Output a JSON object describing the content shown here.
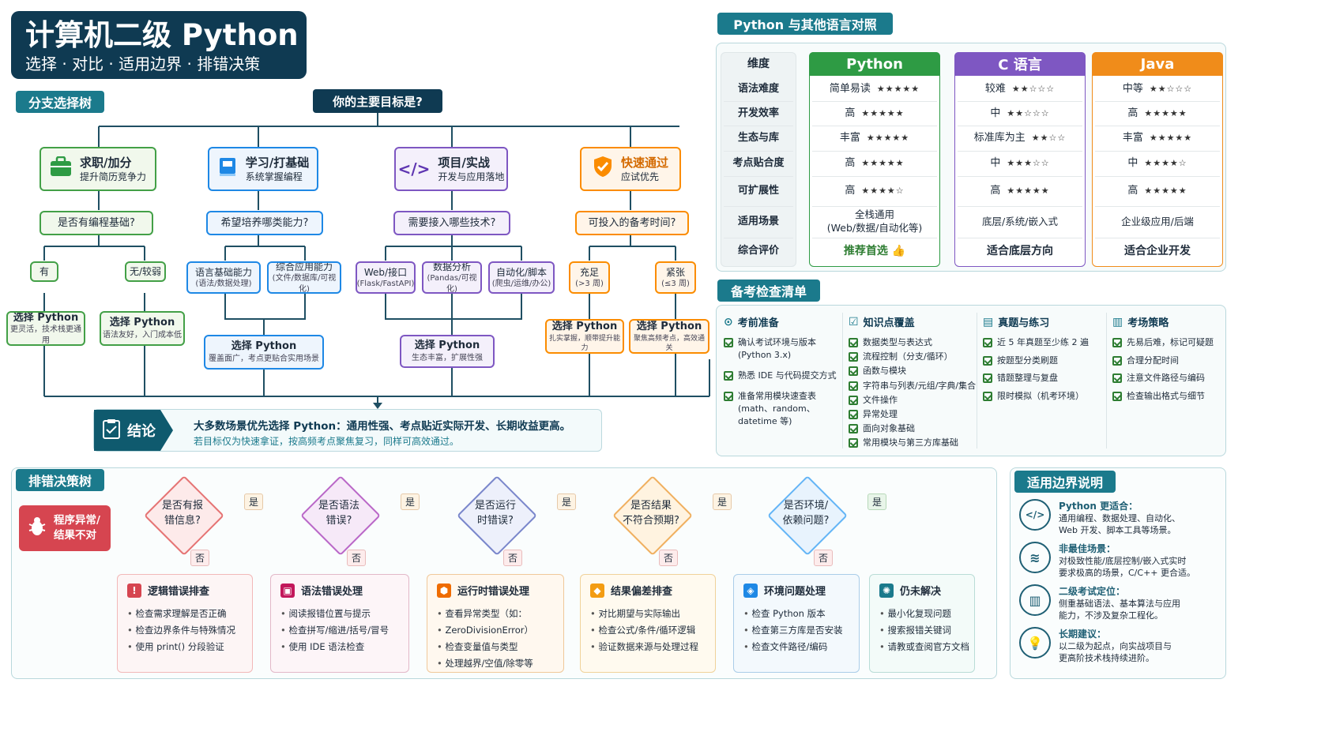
{
  "header": {
    "title": "计算机二级 Python",
    "subtitle": "选择 · 对比 · 适用边界 · 排错决策"
  },
  "tree": {
    "section": "分支选择树",
    "root": "你的主要目标是?",
    "branches": [
      {
        "title": "求职/加分",
        "sub": "提升简历竞争力",
        "question": "是否有编程基础?",
        "options": [
          {
            "label": "有",
            "result": "选择 Python",
            "desc": "更灵活，技术栈更通用"
          },
          {
            "label": "无/较弱",
            "result": "选择 Python",
            "desc": "语法友好，入门成本低"
          }
        ]
      },
      {
        "title": "学习/打基础",
        "sub": "系统掌握编程",
        "question": "希望培养哪类能力?",
        "options": [
          {
            "label": "语言基础能力",
            "desc": "(语法/数据处理)"
          },
          {
            "label": "综合应用能力",
            "desc": "(文件/数据库/可视化)"
          }
        ],
        "result": "选择 Python",
        "result_desc": "覆盖面广，考点更贴合实用场景"
      },
      {
        "title": "项目/实战",
        "sub": "开发与应用落地",
        "question": "需要接入哪些技术?",
        "options": [
          {
            "label": "Web/接口",
            "desc": "(Flask/FastAPI)"
          },
          {
            "label": "数据分析",
            "desc": "(Pandas/可视化)"
          },
          {
            "label": "自动化/脚本",
            "desc": "(爬虫/运维/办公)"
          }
        ],
        "result": "选择 Python",
        "result_desc": "生态丰富，扩展性强"
      },
      {
        "title": "快速通过",
        "sub": "应试优先",
        "question": "可投入的备考时间?",
        "options": [
          {
            "label": "充足",
            "sub": "(>3 周)",
            "result": "选择 Python",
            "desc": "扎实掌握，顺带提升能力"
          },
          {
            "label": "紧张",
            "sub": "(≤3 周)",
            "result": "选择 Python",
            "desc": "聚焦高频考点，高效通关"
          }
        ]
      }
    ],
    "conclusion": {
      "label": "结论",
      "main": "大多数场景优先选择 Python：通用性强、考点贴近实际开发、长期收益更高。",
      "sub": "若目标仅为快速拿证，按高频考点聚焦复习，同样可高效通过。"
    }
  },
  "compare": {
    "section": "Python 与其他语言对照",
    "dim_header": "维度",
    "dimensions": [
      "语法难度",
      "开发效率",
      "生态与库",
      "考点贴合度",
      "可扩展性",
      "适用场景",
      "综合评价"
    ],
    "languages": [
      {
        "name": "Python",
        "color": "#2e9b44",
        "cells": [
          {
            "t": "简单易读",
            "s": "★★★★★"
          },
          {
            "t": "高",
            "s": "★★★★★"
          },
          {
            "t": "丰富",
            "s": "★★★★★"
          },
          {
            "t": "高",
            "s": "★★★★★"
          },
          {
            "t": "高",
            "s": "★★★★☆"
          },
          {
            "t": "全栈通用\n(Web/数据/自动化等)",
            "s": ""
          },
          {
            "t": "推荐首选 👍",
            "s": ""
          }
        ]
      },
      {
        "name": "C 语言",
        "color": "#7e57c2",
        "cells": [
          {
            "t": "较难",
            "s": "★★☆☆☆"
          },
          {
            "t": "中",
            "s": "★★☆☆☆"
          },
          {
            "t": "标准库为主",
            "s": "★★☆☆"
          },
          {
            "t": "中",
            "s": "★★★☆☆"
          },
          {
            "t": "高",
            "s": "★★★★★"
          },
          {
            "t": "底层/系统/嵌入式",
            "s": ""
          },
          {
            "t": "适合底层方向",
            "s": ""
          }
        ]
      },
      {
        "name": "Java",
        "color": "#f08c1a",
        "cells": [
          {
            "t": "中等",
            "s": "★★☆☆☆"
          },
          {
            "t": "高",
            "s": "★★★★★"
          },
          {
            "t": "丰富",
            "s": "★★★★★"
          },
          {
            "t": "中",
            "s": "★★★★☆"
          },
          {
            "t": "高",
            "s": "★★★★★"
          },
          {
            "t": "企业级应用/后端",
            "s": ""
          },
          {
            "t": "适合企业开发",
            "s": ""
          }
        ]
      }
    ]
  },
  "checklist": {
    "section": "备考检查清单",
    "columns": [
      {
        "title": "考前准备",
        "items": [
          "确认考试环境与版本\n(Python 3.x)",
          "熟悉 IDE 与代码提交方式",
          "准备常用模块速查表\n(math、random、\ndatetime 等)"
        ]
      },
      {
        "title": "知识点覆盖",
        "items": [
          "数据类型与表达式",
          "流程控制（分支/循环）",
          "函数与模块",
          "字符串与列表/元组/字典/集合",
          "文件操作",
          "异常处理",
          "面向对象基础",
          "常用模块与第三方库基础"
        ]
      },
      {
        "title": "真题与练习",
        "items": [
          "近 5 年真题至少练 2 遍",
          "按题型分类刷题",
          "错题整理与复盘",
          "限时模拟（机考环境）"
        ]
      },
      {
        "title": "考场策略",
        "items": [
          "先易后难，标记可疑题",
          "合理分配时间",
          "注意文件路径与编码",
          "检查输出格式与细节"
        ]
      }
    ]
  },
  "debug": {
    "section": "排错决策树",
    "start": "程序异常/\n结果不对",
    "yes": "是",
    "no": "否",
    "decisions": [
      "是否有报\n错信息?",
      "是否语法\n错误?",
      "是否运行\n时错误?",
      "是否结果\n不符合预期?",
      "是否环境/\n依赖问题?"
    ],
    "cards": [
      {
        "title": "逻辑错误排查",
        "items": [
          "检查需求理解是否正确",
          "检查边界条件与特殊情况",
          "使用 print() 分段验证"
        ]
      },
      {
        "title": "语法错误处理",
        "items": [
          "阅读报错位置与提示",
          "检查拼写/缩进/括号/冒号",
          "使用 IDE 语法检查"
        ]
      },
      {
        "title": "运行时错误处理",
        "items": [
          "查看异常类型（如：",
          "ZeroDivisionError）",
          "检查变量值与类型",
          "处理越界/空值/除零等"
        ]
      },
      {
        "title": "结果偏差排查",
        "items": [
          "对比期望与实际输出",
          "检查公式/条件/循环逻辑",
          "验证数据来源与处理过程"
        ]
      },
      {
        "title": "环境问题处理",
        "items": [
          "检查 Python 版本",
          "检查第三方库是否安装",
          "检查文件路径/编码"
        ]
      },
      {
        "title": "仍未解决",
        "items": [
          "最小化复现问题",
          "搜索报错关键词",
          "请教或查阅官方文档"
        ]
      }
    ]
  },
  "boundary": {
    "section": "适用边界说明",
    "items": [
      {
        "title": "Python 更适合：",
        "desc": "通用编程、数据处理、自动化、\nWeb 开发、脚本工具等场景。"
      },
      {
        "title": "非最佳场景：",
        "desc": "对极致性能/底层控制/嵌入式实时\n要求极高的场景，C/C++ 更合适。"
      },
      {
        "title": "二级考试定位：",
        "desc": "侧重基础语法、基本算法与应用\n能力，不涉及复杂工程化。"
      },
      {
        "title": "长期建议：",
        "desc": "以二级为起点，向实战项目与\n更高阶技术栈持续进阶。"
      }
    ]
  }
}
